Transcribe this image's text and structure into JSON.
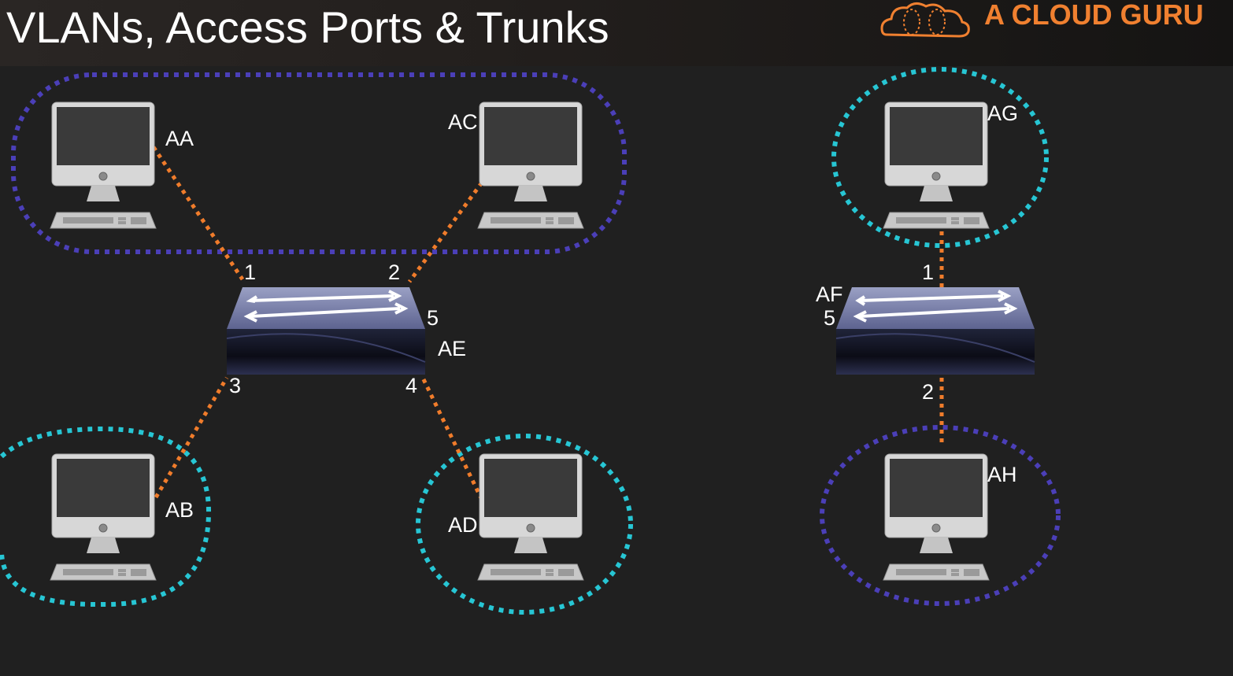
{
  "title": "VLANs, Access Ports & Trunks",
  "brand": "A CLOUD GURU",
  "colors": {
    "background": "#202020",
    "vlan_purple": "#4b3fb8",
    "vlan_cyan": "#27c6d4",
    "link_orange": "#f07c2b",
    "brand_orange": "#f08030"
  },
  "computers": {
    "aa": "AA",
    "ab": "AB",
    "ac": "AC",
    "ad": "AD",
    "ag": "AG",
    "ah": "AH"
  },
  "switches": {
    "ae": "AE",
    "af": "AF"
  },
  "ports": {
    "ae": {
      "p1": "1",
      "p2": "2",
      "p3": "3",
      "p4": "4",
      "p5": "5"
    },
    "af": {
      "p1": "1",
      "p2": "2",
      "p5": "5"
    }
  }
}
